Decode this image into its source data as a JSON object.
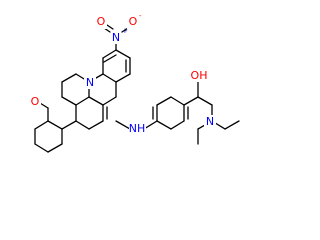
{
  "structure": {
    "atoms": {
      "n_ring": "N",
      "n_nitro": "N",
      "n_nitro_charge": "+",
      "o_nitro_double": "O",
      "o_nitro_single": "O",
      "o_nitro_charge": "-",
      "o_methoxy": "O",
      "nh_amine": "NH",
      "oh_hydroxyl": "OH",
      "n_amine": "N"
    },
    "colors": {
      "bond": "#000000",
      "carbon_text": "#000000",
      "nitrogen": "#0000ff",
      "oxygen": "#ff0000"
    }
  }
}
